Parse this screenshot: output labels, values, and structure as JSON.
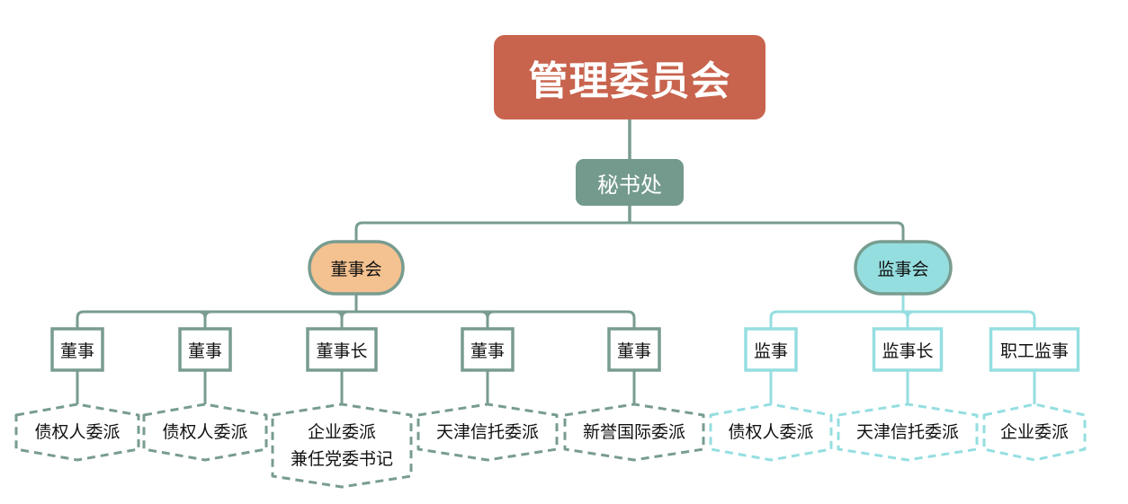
{
  "colors": {
    "root_fill": "#C8634D",
    "secretariat_fill": "#739A8C",
    "board_fill": "#F4C190",
    "supervisory_fill": "#95DEE0",
    "left_line": "#789C90",
    "right_line": "#95DEE0",
    "node_stroke_left": "#789C90",
    "node_stroke_right": "#95DEE0"
  },
  "root": {
    "label": "管理委员会"
  },
  "secretariat": {
    "label": "秘书处"
  },
  "branches": [
    {
      "label": "董事会",
      "side": "left",
      "members": [
        {
          "role": "董事",
          "appointed_by": [
            "债权人委派"
          ]
        },
        {
          "role": "董事",
          "appointed_by": [
            "债权人委派"
          ]
        },
        {
          "role": "董事长",
          "appointed_by": [
            "企业委派",
            "兼任党委书记"
          ]
        },
        {
          "role": "董事",
          "appointed_by": [
            "天津信托委派"
          ]
        },
        {
          "role": "董事",
          "appointed_by": [
            "新誉国际委派"
          ]
        }
      ]
    },
    {
      "label": "监事会",
      "side": "right",
      "members": [
        {
          "role": "监事",
          "appointed_by": [
            "债权人委派"
          ]
        },
        {
          "role": "监事长",
          "appointed_by": [
            "天津信托委派"
          ]
        },
        {
          "role": "职工监事",
          "appointed_by": [
            "企业委派"
          ]
        }
      ]
    }
  ]
}
